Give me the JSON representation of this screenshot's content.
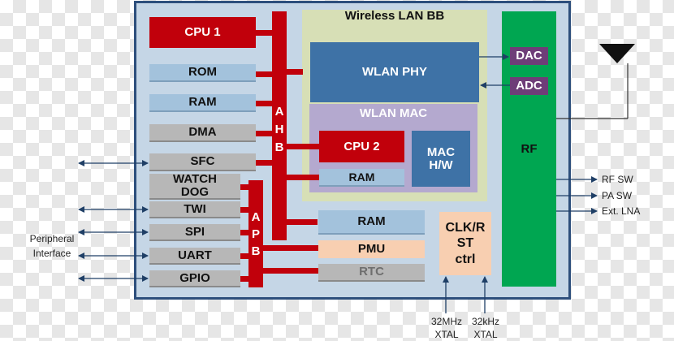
{
  "blocks": {
    "cpu1": "CPU 1",
    "rom": "ROM",
    "ram1": "RAM",
    "dma": "DMA",
    "sfc": "SFC",
    "watchdog_line1": "WATCH",
    "watchdog_line2": "DOG",
    "twi": "TWI",
    "spi": "SPI",
    "uart": "UART",
    "gpio": "GPIO",
    "wireless_lan_bb": "Wireless LAN BB",
    "wlan_phy": "WLAN PHY",
    "wlan_mac": "WLAN MAC",
    "cpu2": "CPU 2",
    "ram2": "RAM",
    "mac_hw_line1": "MAC",
    "mac_hw_line2": "H/W",
    "ram3": "RAM",
    "pmu": "PMU",
    "rtc": "RTC",
    "clk_line1": "CLK/R",
    "clk_line2": "ST",
    "clk_line3": "ctrl",
    "dac": "DAC",
    "adc": "ADC",
    "rf": "RF"
  },
  "buses": {
    "ahb": [
      "A",
      "H",
      "B"
    ],
    "apb": [
      "A",
      "P",
      "B"
    ]
  },
  "external": {
    "peripheral_line1": "Peripheral",
    "peripheral_line2": "Interface",
    "rf_sw": "RF SW",
    "pa_sw": "PA SW",
    "ext_lna": "Ext. LNA",
    "xtal_32mhz_line1": "32MHz",
    "xtal_32mhz_line2": "XTAL",
    "xtal_32khz_line1": "32kHz",
    "xtal_32khz_line2": "XTAL"
  },
  "colors": {
    "bus_red": "#c1000b",
    "chip_border": "#2d4f7c",
    "rf_green": "#00a651"
  }
}
